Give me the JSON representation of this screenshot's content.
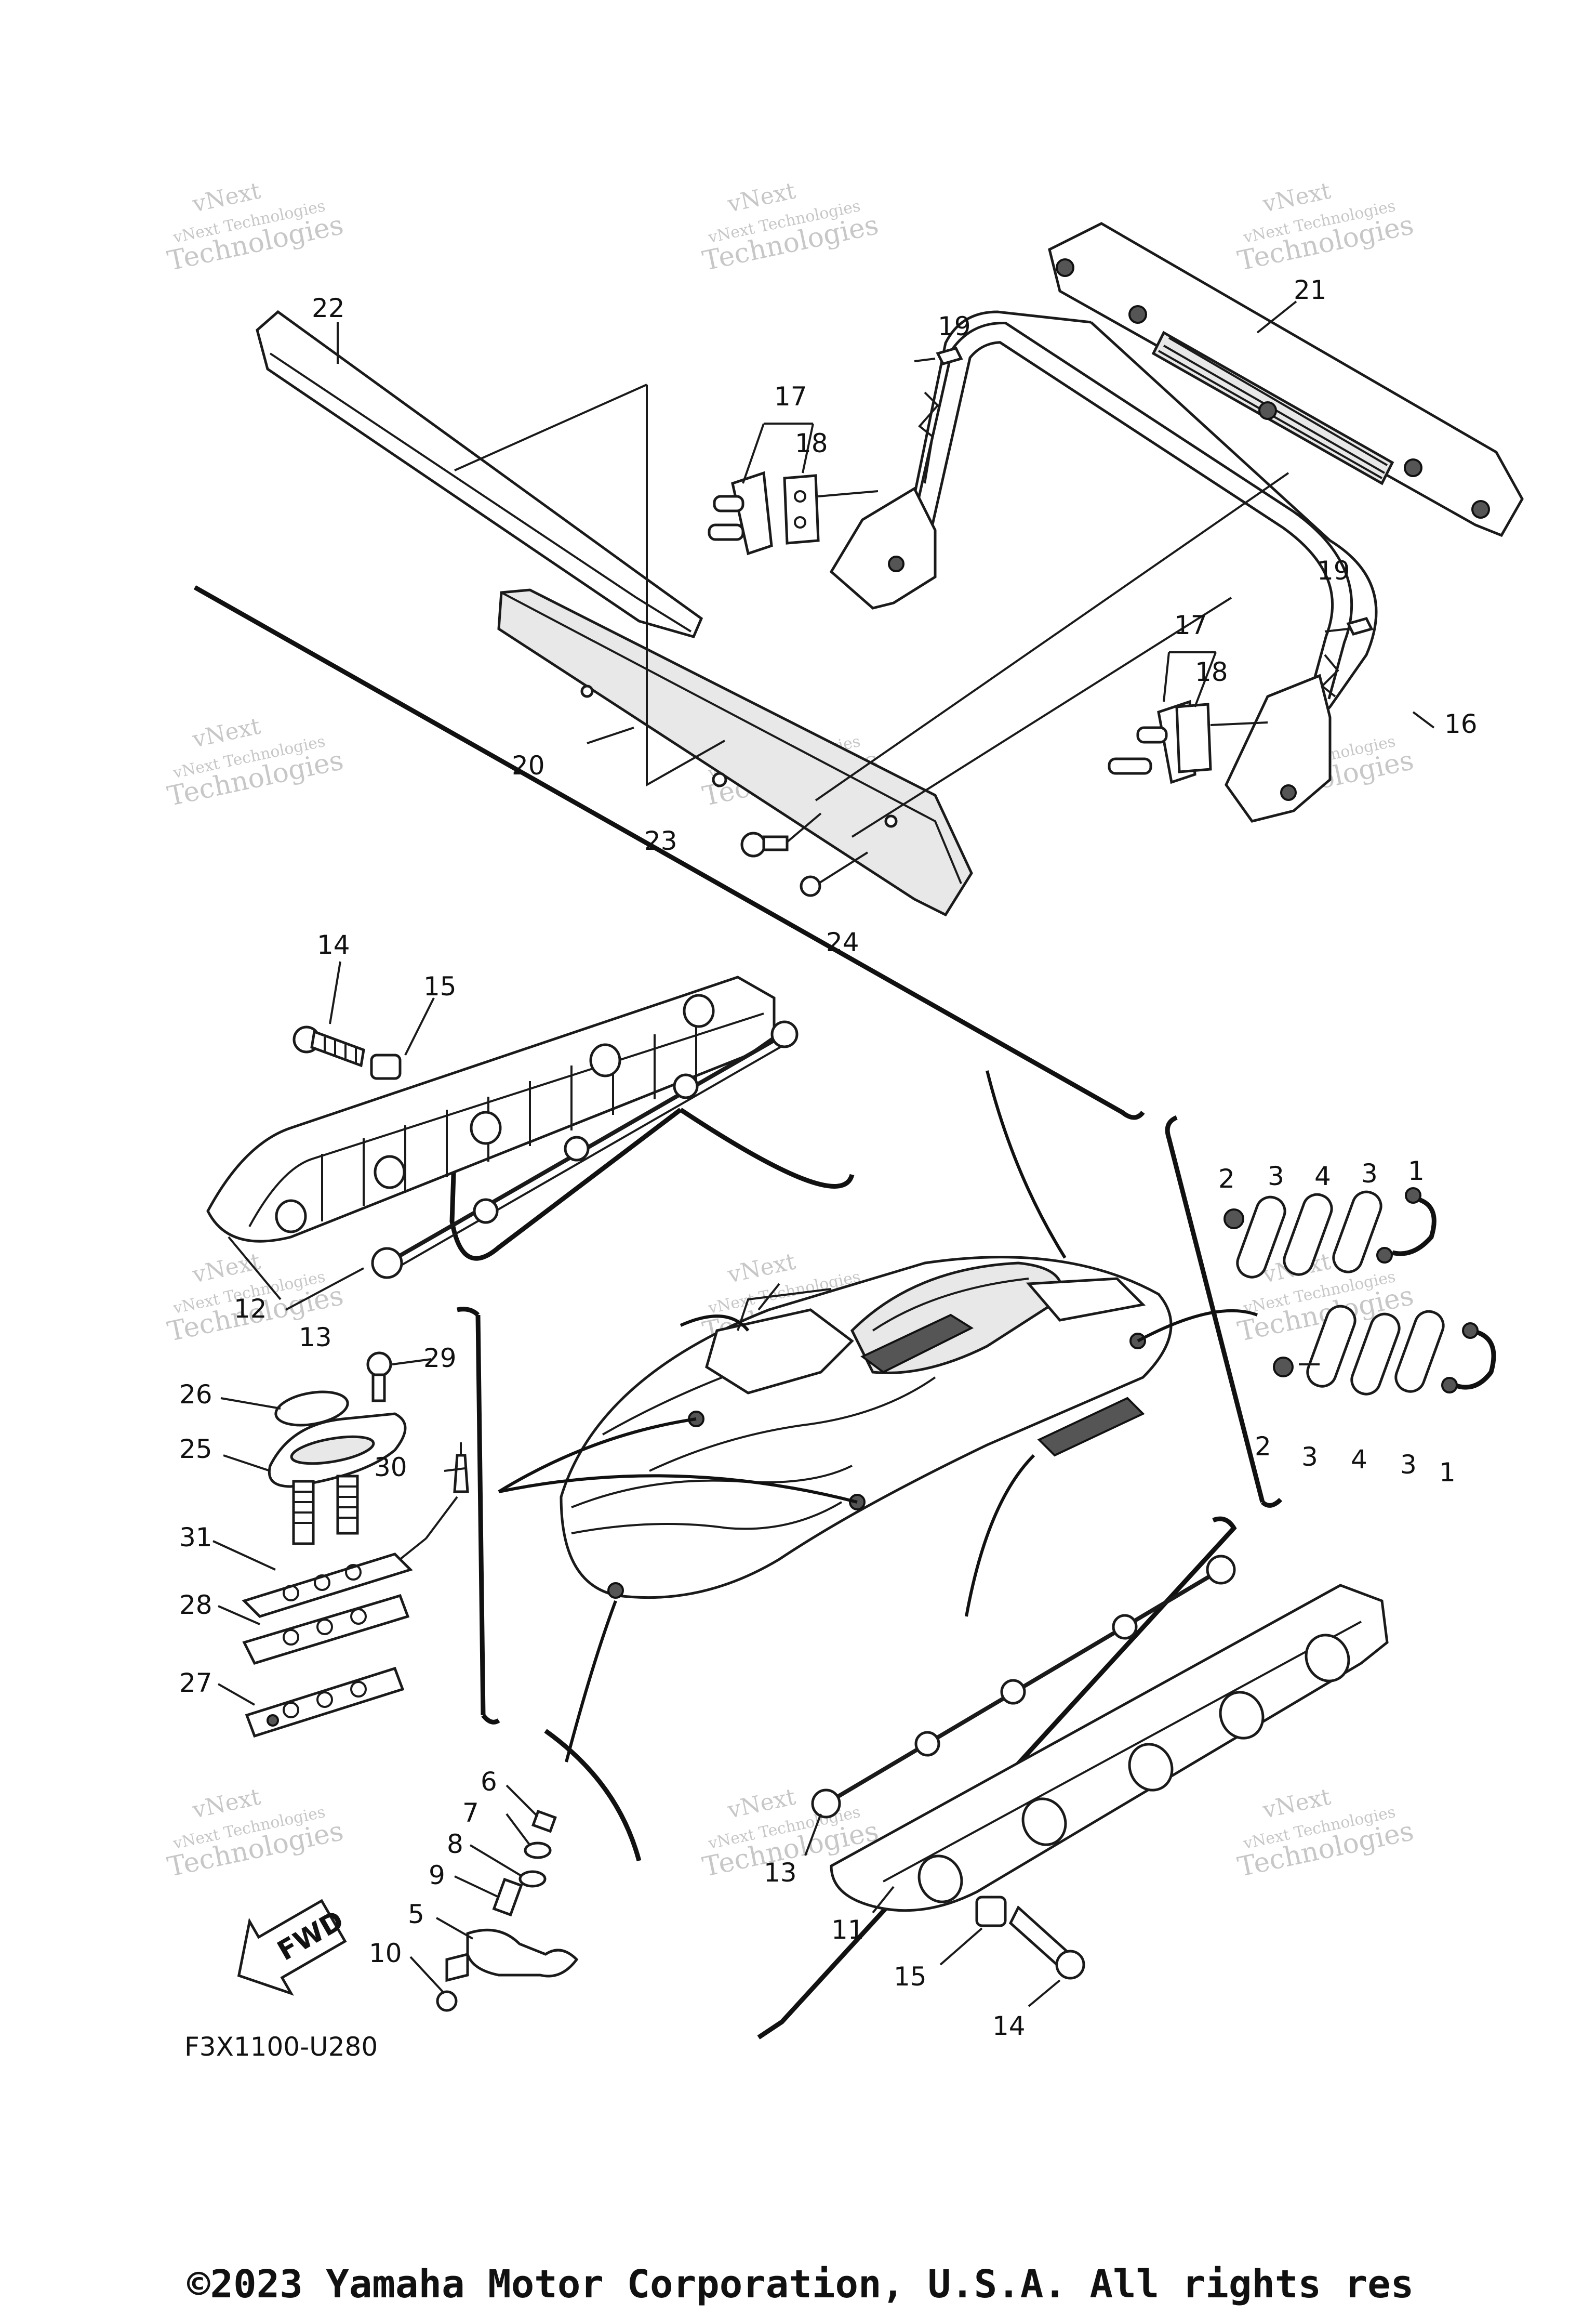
{
  "diagram": {
    "labels": [
      {
        "id": "l22",
        "text": "22"
      },
      {
        "id": "l19a",
        "text": "19"
      },
      {
        "id": "l17a",
        "text": "17"
      },
      {
        "id": "l18a",
        "text": "18"
      },
      {
        "id": "l21",
        "text": "21"
      },
      {
        "id": "l19b",
        "text": "19"
      },
      {
        "id": "l17b",
        "text": "17"
      },
      {
        "id": "l18b",
        "text": "18"
      },
      {
        "id": "l16",
        "text": "16"
      },
      {
        "id": "l20",
        "text": "20"
      },
      {
        "id": "l23",
        "text": "23"
      },
      {
        "id": "l24",
        "text": "24"
      },
      {
        "id": "l14a",
        "text": "14"
      },
      {
        "id": "l15a",
        "text": "15"
      },
      {
        "id": "l12",
        "text": "12"
      },
      {
        "id": "l13a",
        "text": "13"
      },
      {
        "id": "l2a",
        "text": "2"
      },
      {
        "id": "l3a",
        "text": "3"
      },
      {
        "id": "l4a",
        "text": "4"
      },
      {
        "id": "l3b",
        "text": "3"
      },
      {
        "id": "l1a",
        "text": "1"
      },
      {
        "id": "l2b",
        "text": "2"
      },
      {
        "id": "l3c",
        "text": "3"
      },
      {
        "id": "l4b",
        "text": "4"
      },
      {
        "id": "l3d",
        "text": "3"
      },
      {
        "id": "l1b",
        "text": "1"
      },
      {
        "id": "l29",
        "text": "29"
      },
      {
        "id": "l26",
        "text": "26"
      },
      {
        "id": "l25",
        "text": "25"
      },
      {
        "id": "l30",
        "text": "30"
      },
      {
        "id": "l31",
        "text": "31"
      },
      {
        "id": "l28",
        "text": "28"
      },
      {
        "id": "l27",
        "text": "27"
      },
      {
        "id": "l6",
        "text": "6"
      },
      {
        "id": "l7",
        "text": "7"
      },
      {
        "id": "l8",
        "text": "8"
      },
      {
        "id": "l9",
        "text": "9"
      },
      {
        "id": "l5",
        "text": "5"
      },
      {
        "id": "l10",
        "text": "10"
      },
      {
        "id": "l13b",
        "text": "13"
      },
      {
        "id": "l11",
        "text": "11"
      },
      {
        "id": "l15b",
        "text": "15"
      },
      {
        "id": "l14b",
        "text": "14"
      }
    ],
    "fwd_label": "FWD",
    "figure_code": "F3X1100-U280",
    "watermark_line1": "vNext Technologies",
    "watermark_line2": "vNext",
    "watermark_line3": "Technologies",
    "copyright": "©2023 Yamaha Motor Corporation, U.S.A. All rights res"
  }
}
